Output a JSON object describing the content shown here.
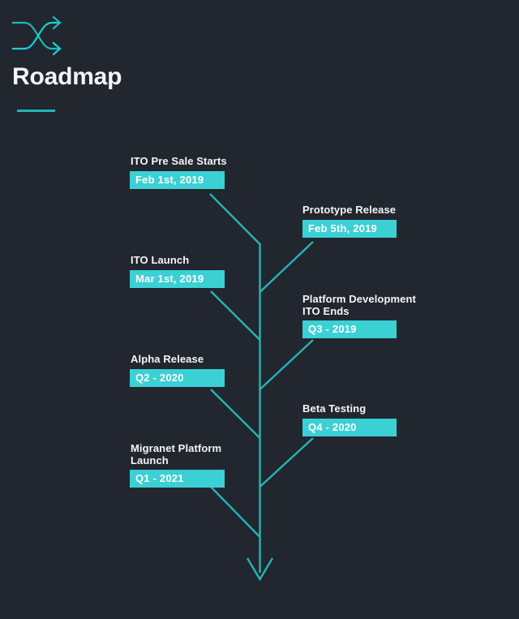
{
  "theme": {
    "background": "#22262f",
    "accent_line": "#23b5b5",
    "badge_background": "#3bd0d4",
    "badge_text": "#ffffff",
    "title_text": "#f2f4f6"
  },
  "header": {
    "logo_icon": "shuffle-arrows-icon",
    "title": "Roadmap",
    "underline": "accent-rule"
  },
  "timeline": {
    "orientation": "vertical-trunk-with-branches",
    "arrow_direction": "down",
    "milestones": [
      {
        "id": "ito-pre-sale-starts",
        "side": "left",
        "title": "ITO Pre Sale Starts",
        "date": "Feb 1st, 2019"
      },
      {
        "id": "prototype-release",
        "side": "right",
        "title": "Prototype Release",
        "date": "Feb 5th, 2019"
      },
      {
        "id": "ito-launch",
        "side": "left",
        "title": "ITO Launch",
        "date": "Mar 1st, 2019"
      },
      {
        "id": "platform-development-ito-ends",
        "side": "right",
        "title": "Platform Development\nITO Ends",
        "date": "Q3 - 2019"
      },
      {
        "id": "alpha-release",
        "side": "left",
        "title": "Alpha Release",
        "date": "Q2 - 2020"
      },
      {
        "id": "beta-testing",
        "side": "right",
        "title": "Beta Testing",
        "date": "Q4 - 2020"
      },
      {
        "id": "migranet-platform-launch",
        "side": "left",
        "title": "Migranet Platform\nLaunch",
        "date": "Q1 - 2021"
      }
    ]
  }
}
